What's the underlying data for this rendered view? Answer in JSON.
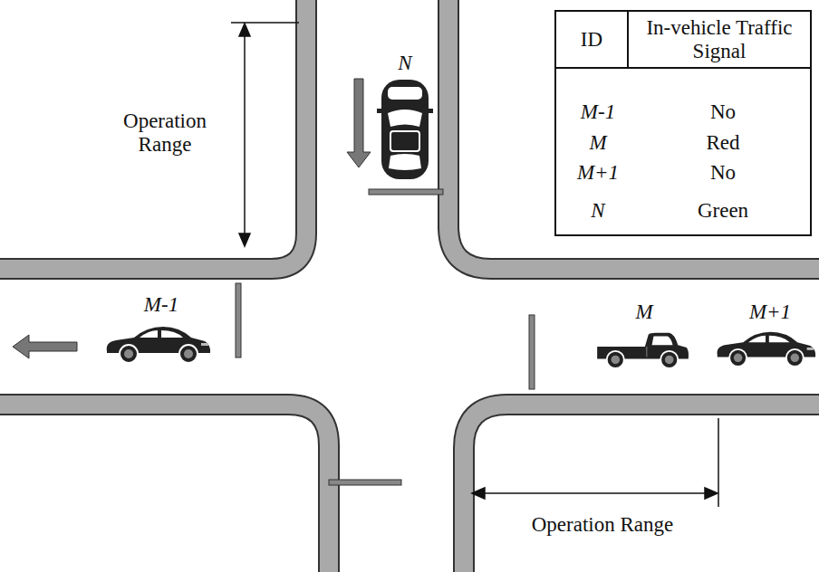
{
  "diagram": {
    "labels": [
      "Operation Range",
      "N",
      "ID",
      "In-vehicle Traffic Signal",
      "M-1",
      "No",
      "M",
      "Red",
      "M+1",
      "No",
      "N",
      "Green",
      "M-1",
      "M",
      "M+1",
      "Operation Range"
    ]
  }
}
